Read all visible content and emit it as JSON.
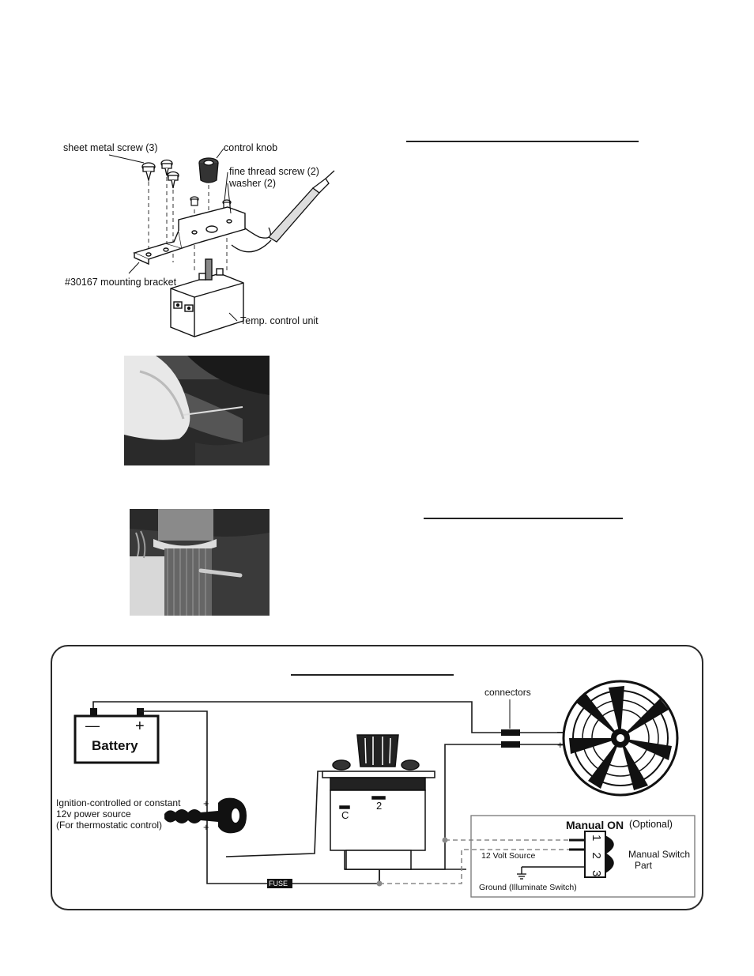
{
  "exploded_view": {
    "labels": {
      "sheet_metal_screw": "sheet metal screw (3)",
      "control_knob": "control knob",
      "fine_thread_screw": "fine thread screw (2)",
      "washer": "washer (2)",
      "mounting_bracket": "#30167 mounting bracket",
      "temp_control_unit": "Temp. control unit"
    }
  },
  "wiring": {
    "battery_label": "Battery",
    "battery_minus": "—",
    "battery_plus": "+",
    "connectors_label": "connectors",
    "fan_minus": "–",
    "fan_plus": "+",
    "power_source": [
      "Ignition-controlled or constant",
      "12v power source",
      "(For thermostatic control)"
    ],
    "key_plus_top": "+",
    "key_plus_bottom": "+",
    "terminal_c": "C",
    "terminal_2": "2",
    "fuse_label": "FUSE",
    "manual_on": "Manual ON",
    "optional": "(Optional)",
    "switch_pins": "1 2 3",
    "twelve_volt_source": "12 Volt Source",
    "ground_label": "Ground (Illuminate Switch)",
    "manual_switch_part": [
      "Manual Switch",
      "Part"
    ]
  },
  "colors": {
    "line": "#1a1a1a",
    "dashed": "#8a8a8a",
    "panel_border": "#2a2a2a"
  }
}
